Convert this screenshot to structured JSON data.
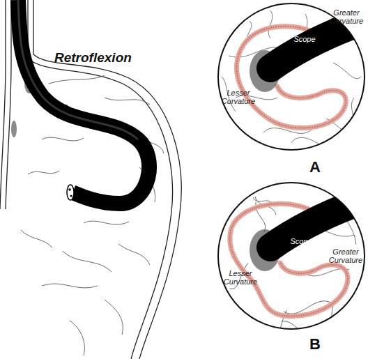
{
  "diagram": {
    "nodes": [
      {
        "text": [
          "Scope",
          "Greater Curvature",
          "Lesser Curvature",
          "A"
        ]
      },
      {
        "text": [
          "Scope",
          "Greater Curvature",
          "Lesser Curvature",
          "B"
        ]
      }
    ],
    "labels": [
      "Retroflexion"
    ]
  }
}
